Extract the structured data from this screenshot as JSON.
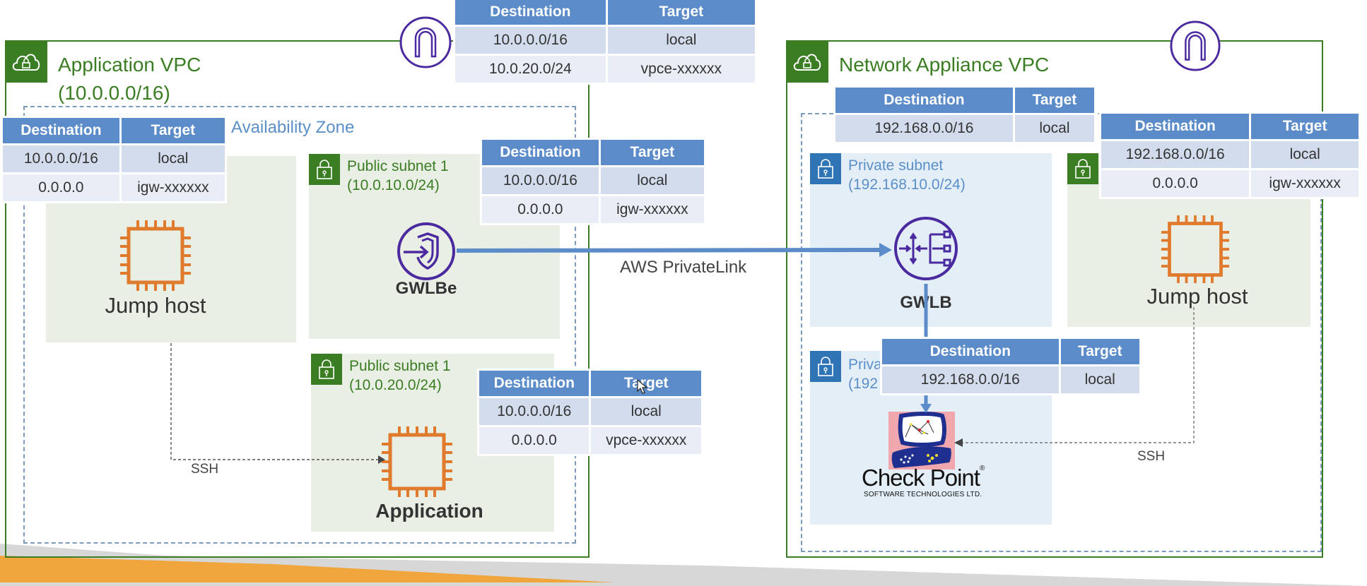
{
  "colors": {
    "vpc_green": "#3b7d23",
    "az_dashed": "#7c9bbf",
    "public_subnet_bg": "#e9efe4",
    "private_subnet_bg": "#e3eef6",
    "table_header": "#5b8cc9",
    "arrow_blue": "#5b8cc9",
    "ec2_orange": "#e07b2e",
    "endpoint_purple": "#4b2aa0"
  },
  "app_vpc": {
    "title_line1": "Application VPC",
    "title_line2": "(10.0.0.0/16)",
    "az_label": "Availability Zone",
    "subnet_gwlbe": {
      "line1": "Public subnet 1",
      "line2": "(10.0.10.0/24)"
    },
    "subnet_app": {
      "line1": "Public subnet 1",
      "line2": "(10.0.20.0/24)"
    },
    "jump_host_label": "Jump host",
    "gwlbe_label": "GWLBe",
    "application_label": "Application",
    "ssh_label": "SSH"
  },
  "appliance_vpc": {
    "title": "Network Appliance VPC",
    "subnet_gwlb": {
      "line1": "Private subnet",
      "line2": "(192.168.10.0/24)"
    },
    "subnet_checkpoint": {
      "line1": "Priva",
      "line2": "(192"
    },
    "gwlb_label": "GWLB",
    "jump_host_label": "Jump host",
    "ssh_label": "SSH",
    "checkpoint_title": "Check Point",
    "checkpoint_registered": "®",
    "checkpoint_sub": "SOFTWARE TECHNOLOGIES LTD."
  },
  "privatelink_label": "AWS PrivateLink",
  "route_tables": {
    "header": {
      "destination": "Destination",
      "target": "Target"
    },
    "igw_rt": {
      "rows": [
        {
          "destination": "10.0.0.0/16",
          "target": "local"
        },
        {
          "destination": "10.0.20.0/24",
          "target": "vpce-xxxxxx"
        }
      ]
    },
    "jump_rt": {
      "rows": [
        {
          "destination": "10.0.0.0/16",
          "target": "local"
        },
        {
          "destination": "0.0.0.0",
          "target": "igw-xxxxxx"
        }
      ]
    },
    "gwlbe_rt": {
      "rows": [
        {
          "destination": "10.0.0.0/16",
          "target": "local"
        },
        {
          "destination": "0.0.0.0",
          "target": "igw-xxxxxx"
        }
      ]
    },
    "app_rt": {
      "rows": [
        {
          "destination": "10.0.0.0/16",
          "target": "local"
        },
        {
          "destination": "0.0.0.0",
          "target": "vpce-xxxxxx"
        }
      ]
    },
    "gwlb_rt": {
      "rows": [
        {
          "destination": "192.168.0.0/16",
          "target": "local"
        }
      ]
    },
    "appliance_jump_rt": {
      "rows": [
        {
          "destination": "192.168.0.0/16",
          "target": "local"
        },
        {
          "destination": "0.0.0.0",
          "target": "igw-xxxxxx"
        }
      ]
    },
    "checkpoint_rt": {
      "rows": [
        {
          "destination": "192.168.0.0/16",
          "target": "local"
        }
      ]
    }
  }
}
